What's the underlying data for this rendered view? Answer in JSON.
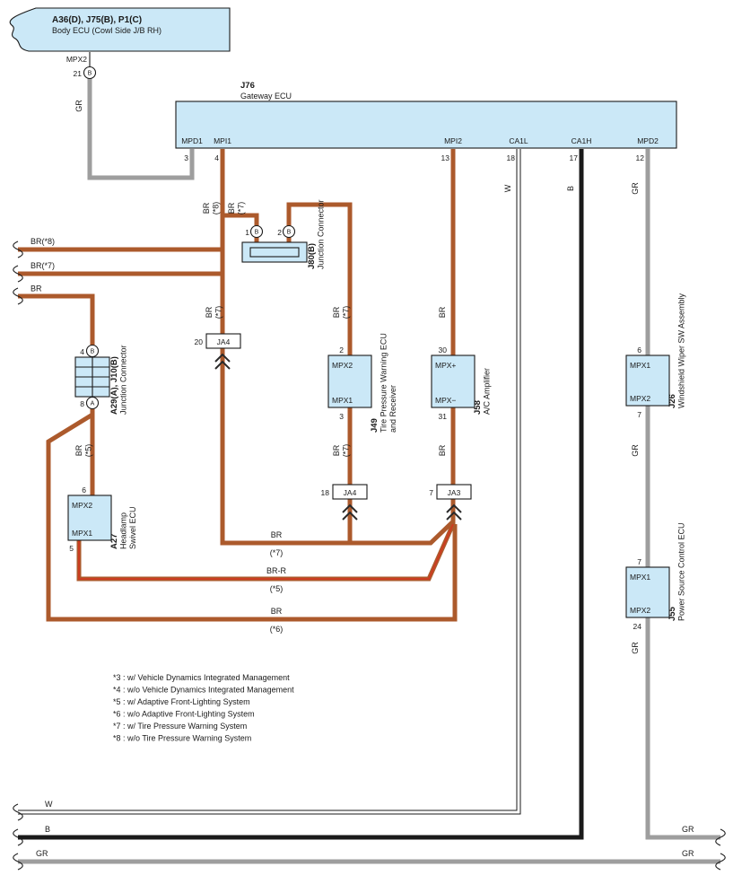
{
  "palette": {
    "boxFill": "#cbe8f7",
    "brown": "#ac5a2c",
    "red": "#d03a20",
    "gray": "#9e9e9e",
    "black": "#1a1a1a",
    "white": "#ffffff"
  },
  "bodyEcu": {
    "title": "A36(D), J75(B), P1(C)",
    "subtitle": "Body ECU (Cowl Side J/B RH)",
    "port": "MPX2",
    "pin": "21",
    "pinLetter": "B"
  },
  "gateway": {
    "id": "J76",
    "name": "Gateway ECU",
    "ports": [
      {
        "label": "MPD1",
        "pin": "3"
      },
      {
        "label": "MPI1",
        "pin": "4"
      },
      {
        "label": "MPI2",
        "pin": "13"
      },
      {
        "label": "CA1L",
        "pin": "18"
      },
      {
        "label": "CA1H",
        "pin": "17"
      },
      {
        "label": "MPD2",
        "pin": "12"
      }
    ]
  },
  "j80": {
    "id": "J80(B)",
    "name": "Junction Connector",
    "pin1": "1",
    "pin1Letter": "B",
    "pin2": "2",
    "pin2Letter": "B"
  },
  "a29": {
    "id": "A29(A), J10(B)",
    "name": "Junction Connector",
    "pinTop": "4",
    "pinTopLetter": "B",
    "pinBottom": "8",
    "pinBottomLetter": "A"
  },
  "a27": {
    "id": "A27",
    "name1": "Headlamp",
    "name2": "Swivel ECU",
    "portTop": "MPX2",
    "portBottom": "MPX1",
    "pinTop": "6",
    "pinBottom": "5"
  },
  "j49": {
    "id": "J49",
    "name1": "Tire Pressure Warning ECU",
    "name2": "and Receiver",
    "portTop": "MPX2",
    "portBottom": "MPX1",
    "pinTop": "2",
    "pinBottom": "3"
  },
  "j58": {
    "id": "J58",
    "name1": "A/C Amplifier",
    "portTop": "MPX+",
    "portBottom": "MPX−",
    "pinTop": "30",
    "pinBottom": "31"
  },
  "j26": {
    "id": "J26",
    "name1": "Windshield Wiper SW Assembly",
    "portTop": "MPX1",
    "portBottom": "MPX2",
    "pinTop": "6",
    "pinBottom": "7"
  },
  "j55": {
    "id": "J55",
    "name1": "Power Source Control ECU",
    "portTop": "MPX1",
    "portBottom": "MPX2",
    "pinTop": "7",
    "pinBottom": "24"
  },
  "ja4a": {
    "pin": "20",
    "id": "JA4"
  },
  "ja4b": {
    "pin": "18",
    "id": "JA4"
  },
  "ja3": {
    "pin": "7",
    "id": "JA3"
  },
  "wireLabels": {
    "grTop": "GR",
    "br8TopA": "BR",
    "br8TopB": "(*8)",
    "br7TopA": "BR",
    "br7TopB": "(*7)",
    "leftBr8": "BR(*8)",
    "leftBr7": "BR(*7)",
    "leftBr": "BR",
    "brJa4A": "BR",
    "brJa4B": "(*7)",
    "brJ49A": "BR",
    "brJ49B": "(*7)",
    "brJ58": "BR",
    "w": "W",
    "b": "B",
    "grMpd2": "GR",
    "br5A": "BR",
    "br5B": "(*5)",
    "brJ49botA": "BR",
    "brJ49botB": "(*7)",
    "brJ58bot": "BR",
    "grJ26bot": "GR",
    "grJ55bot": "GR",
    "h1A": "BR",
    "h1B": "(*7)",
    "h2A": "BR-R",
    "h2B": "(*5)",
    "h3A": "BR",
    "h3B": "(*6)",
    "botW": "W",
    "botB": "B",
    "botGrLeft": "GR",
    "botGrRight1": "GR",
    "botGrRight2": "GR"
  },
  "footnotes": [
    "*3 : w/ Vehicle Dynamics Integrated Management",
    "*4 : w/o Vehicle Dynamics Integrated Management",
    "*5 : w/ Adaptive Front-Lighting System",
    "*6 : w/o Adaptive Front-Lighting System",
    "*7 : w/ Tire Pressure Warning System",
    "*8 : w/o Tire Pressure Warning System"
  ]
}
